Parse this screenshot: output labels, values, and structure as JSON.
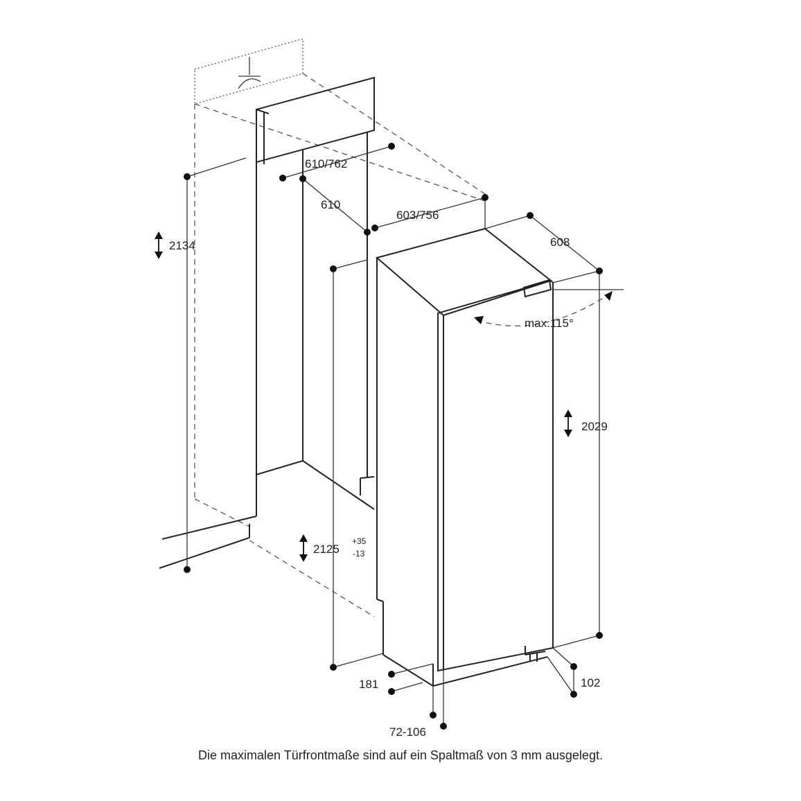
{
  "dimensions": {
    "niche_depth_top": "610/762",
    "niche_depth": "610",
    "appliance_width": "603/756",
    "appliance_depth": "608",
    "door_angle": "max.115°",
    "niche_height": "2134",
    "appliance_height": "2029",
    "installation_height": "2125",
    "installation_height_tol_plus": "+35",
    "installation_height_tol_minus": "-13",
    "plinth_height": "181",
    "plinth_depth": "102",
    "door_offset": "72-106"
  },
  "caption": "Die maximalen Türfrontmaße sind auf ein Spaltmaß von 3 mm ausgelegt."
}
